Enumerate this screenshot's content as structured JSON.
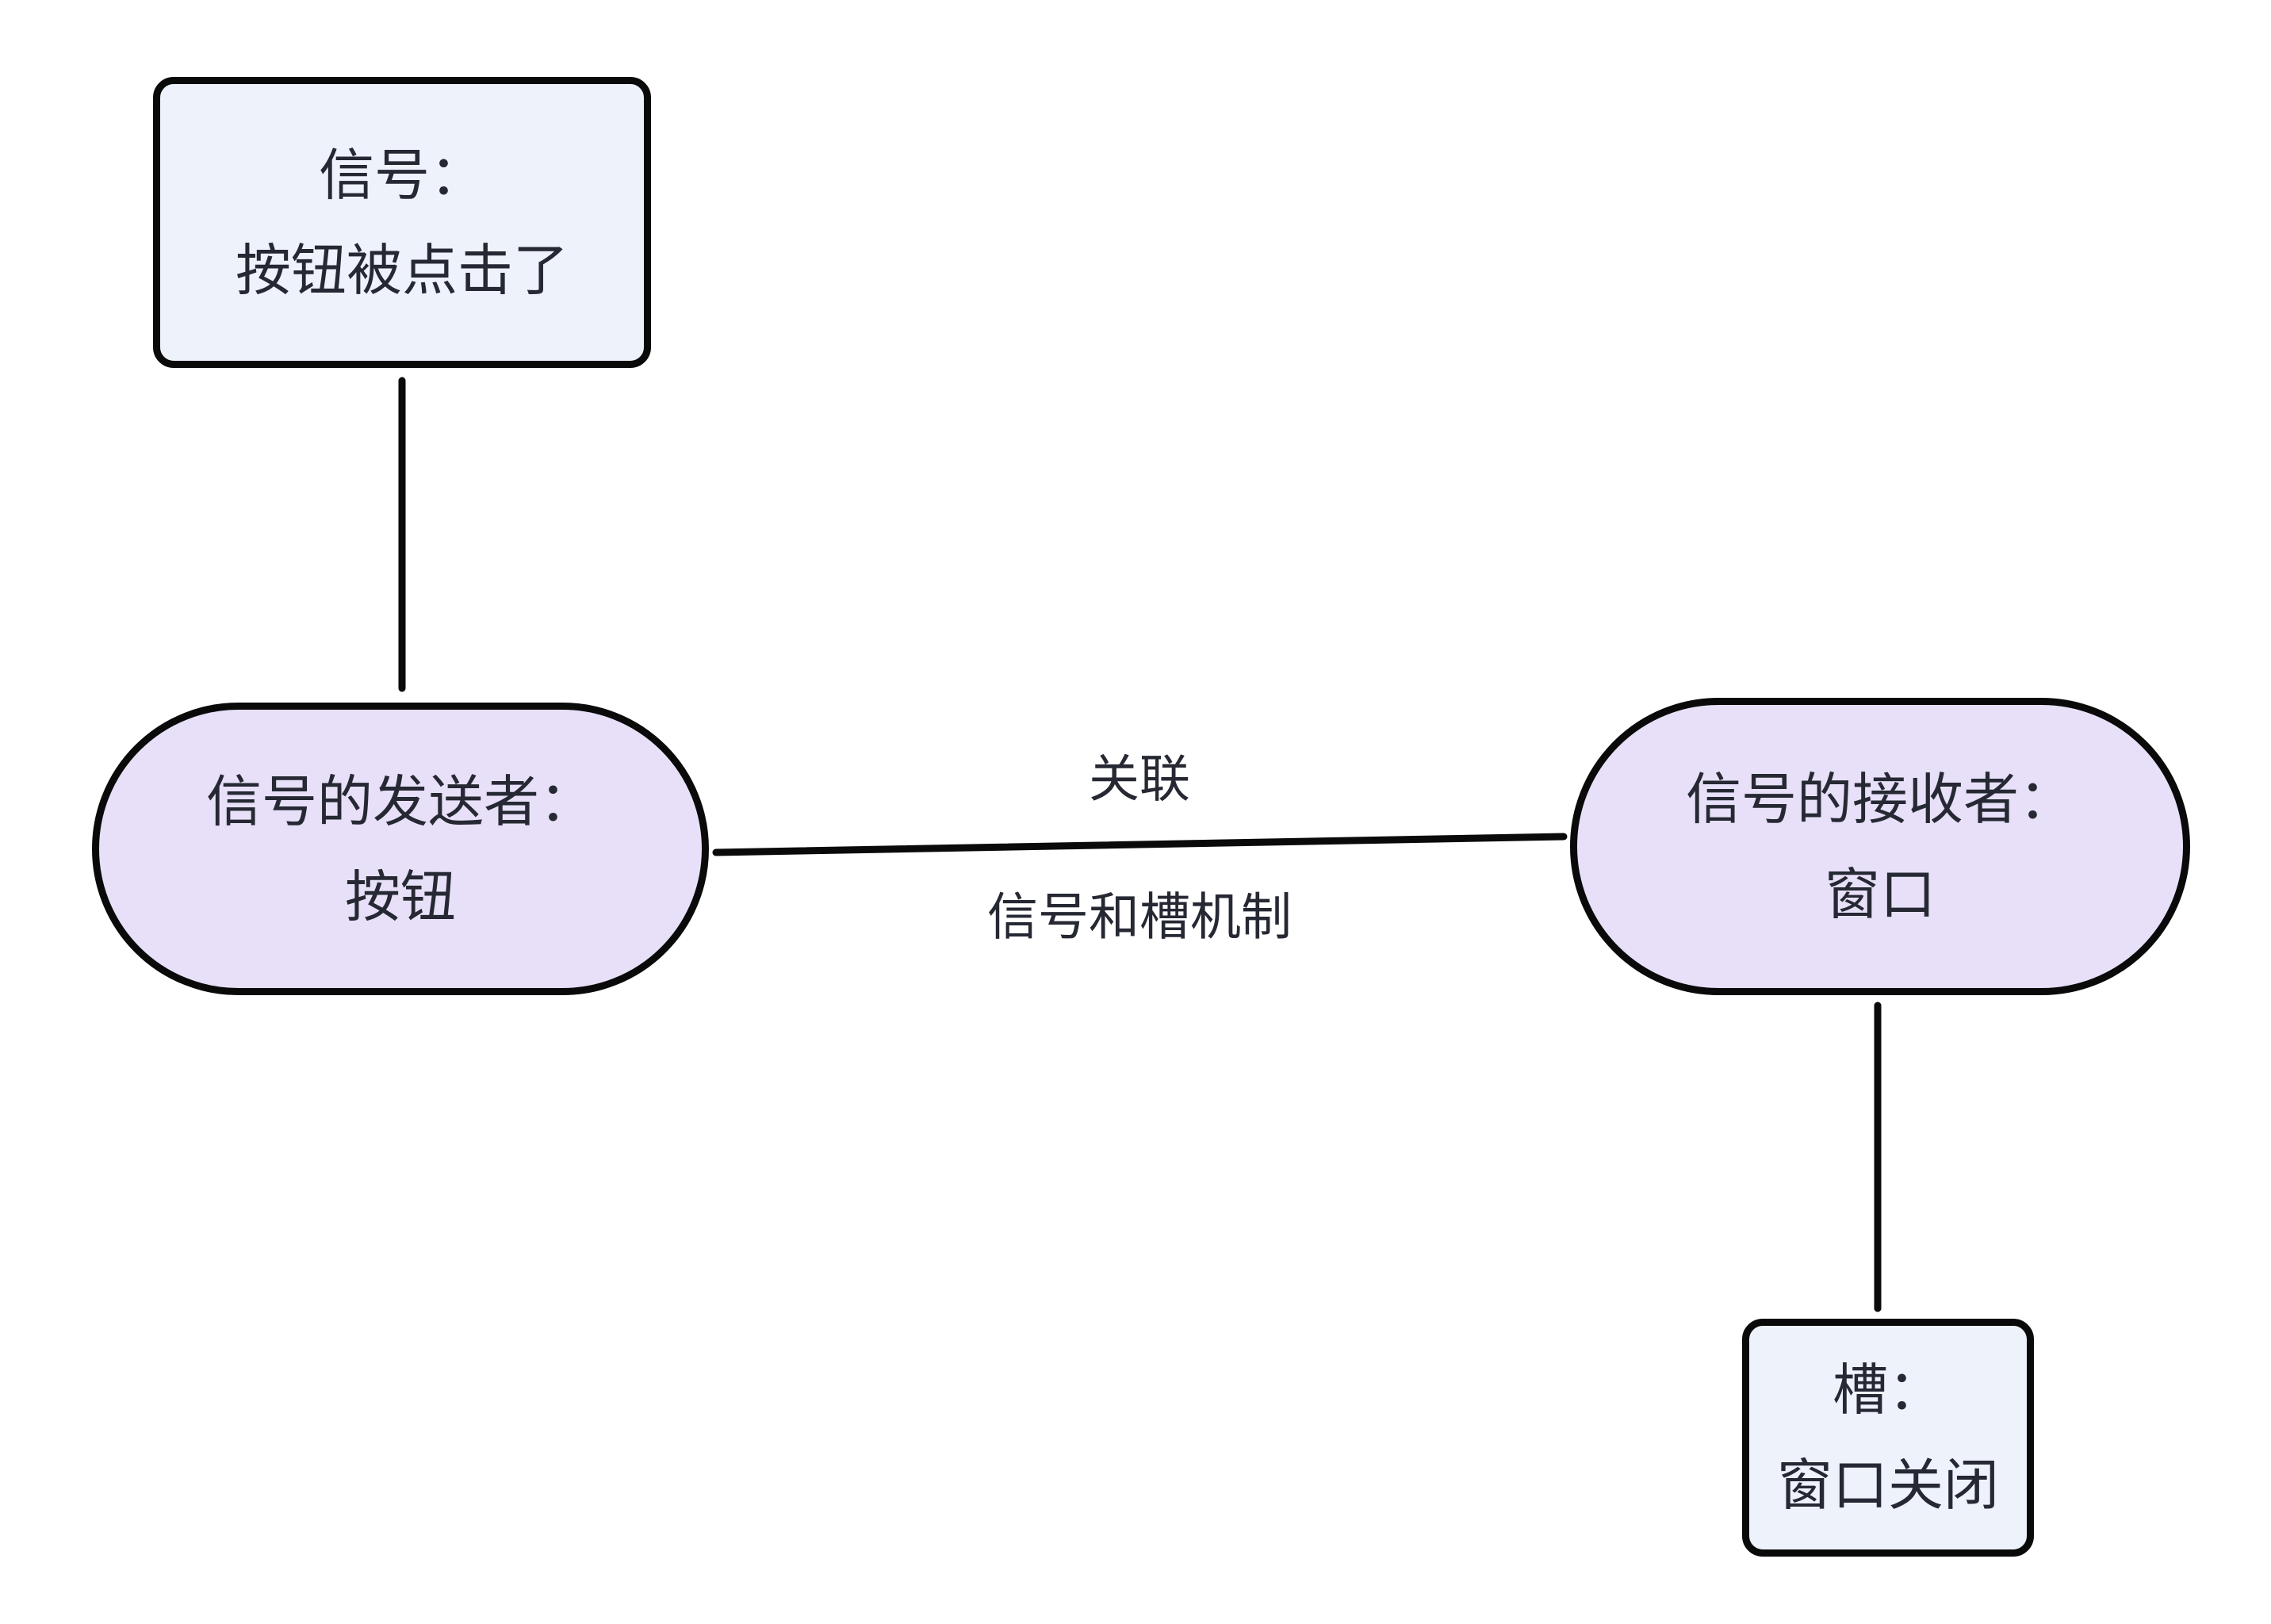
{
  "diagram": {
    "nodes": {
      "signal": {
        "line1": "信号：",
        "line2": "按钮被点击了"
      },
      "sender": {
        "line1": "信号的发送者：",
        "line2": "按钮"
      },
      "receiver": {
        "line1": "信号的接收者：",
        "line2": "窗口"
      },
      "slot": {
        "line1": "槽：",
        "line2": "窗口关闭"
      }
    },
    "edges": {
      "association": {
        "label_top": "关联",
        "label_bottom": "信号和槽机制"
      }
    },
    "colors": {
      "background": "#ffffff",
      "node_rect_fill": "#EDF2FB",
      "node_stadium_fill": "#E7E0F8",
      "border": "#0a0a0a",
      "line": "#0a0a0a",
      "text": "#262933"
    }
  }
}
